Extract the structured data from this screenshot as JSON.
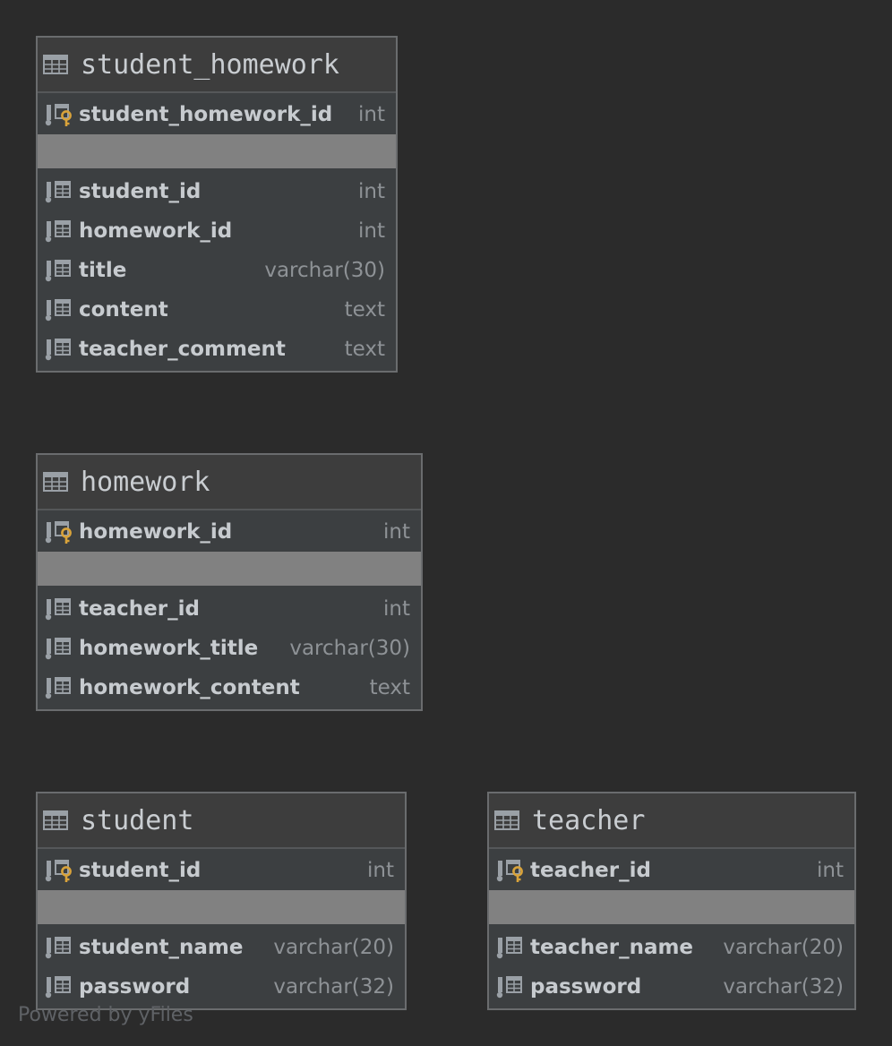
{
  "diagram": {
    "tables": [
      {
        "name": "student_homework",
        "primary_key": {
          "name": "student_homework_id",
          "type": "int"
        },
        "columns": [
          {
            "name": "student_id",
            "type": "int"
          },
          {
            "name": "homework_id",
            "type": "int"
          },
          {
            "name": "title",
            "type": "varchar(30)"
          },
          {
            "name": "content",
            "type": "text"
          },
          {
            "name": "teacher_comment",
            "type": "text"
          }
        ]
      },
      {
        "name": "homework",
        "primary_key": {
          "name": "homework_id",
          "type": "int"
        },
        "columns": [
          {
            "name": "teacher_id",
            "type": "int"
          },
          {
            "name": "homework_title",
            "type": "varchar(30)"
          },
          {
            "name": "homework_content",
            "type": "text"
          }
        ]
      },
      {
        "name": "student",
        "primary_key": {
          "name": "student_id",
          "type": "int"
        },
        "columns": [
          {
            "name": "student_name",
            "type": "varchar(20)"
          },
          {
            "name": "password",
            "type": "varchar(32)"
          }
        ]
      },
      {
        "name": "teacher",
        "primary_key": {
          "name": "teacher_id",
          "type": "int"
        },
        "columns": [
          {
            "name": "teacher_name",
            "type": "varchar(20)"
          },
          {
            "name": "password",
            "type": "varchar(32)"
          }
        ]
      }
    ],
    "footer": "Powered by yFiles",
    "colors": {
      "background": "#2b2b2b",
      "table_body": "#3c3f41",
      "separator": "#818181",
      "key_icon": "#d9a33a"
    }
  }
}
